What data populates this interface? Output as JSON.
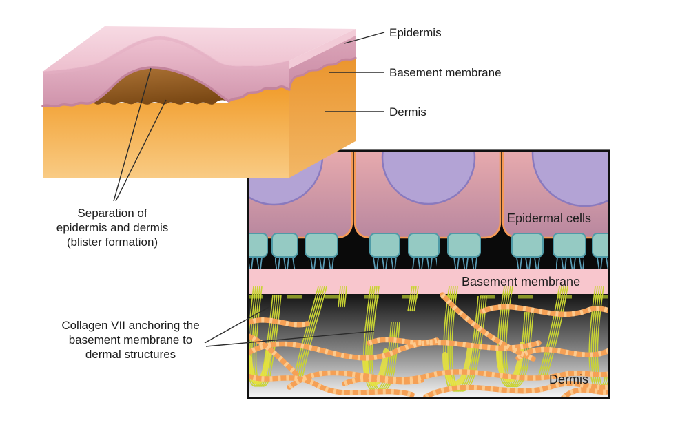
{
  "figure": {
    "background": "#ffffff",
    "block_labels": {
      "epidermis": "Epidermis",
      "basement_membrane": "Basement membrane",
      "dermis": "Dermis",
      "separation": "Separation of\nepidermis and dermis\n(blister formation)"
    },
    "inset_labels": {
      "epidermal_cells": "Epidermal cells",
      "basement_membrane": "Basement membrane",
      "dermis": "Dermis",
      "collagen": "Collagen VII anchoring the\nbasement membrane to\ndermal structures"
    },
    "colors": {
      "leader_line": "#2b2b2b",
      "text": "#1c1c1c",
      "cell_border": "#f59a56",
      "nucleus_fill": "#b3a3d5",
      "nucleus_border": "#8a7abe",
      "hemidesmosome_fill": "#95cac3",
      "hemidesmosome_border": "#4f9ba7",
      "anchoring_filament": "#5b9db7",
      "basement_membrane_band": "#f8c6cd",
      "gap_black": "#0a0a0a",
      "collagen_vii_bundle": "#c9d434",
      "collagen_vii_bright": "#e8e43c",
      "collagen_fiber": "#f5a055",
      "collagen_fiber_light": "#fcca8e",
      "dermal_tuft": "#b9cc2e",
      "epidermis_edge": "#c3849d",
      "inset_border": "#111111"
    },
    "gradients": {
      "top_surface": [
        "#f7dae3",
        "#edbfce"
      ],
      "epidermis_front": [
        "#f0c3d2",
        "#cf93ab"
      ],
      "epidermis_side": [
        "#dda6b9",
        "#c98ca6"
      ],
      "blister_cavity": [
        "#aa7134",
        "#7a4814"
      ],
      "dermis_front": [
        "#f19d2c",
        "#f9cb84"
      ],
      "dermis_side": [
        "#e98f24",
        "#f2b766"
      ],
      "cell_body": [
        "#eaacae",
        "#b8879f"
      ],
      "inset_dermis": [
        "#141414",
        "#7a7a7a",
        "#f6f6f6"
      ]
    }
  }
}
